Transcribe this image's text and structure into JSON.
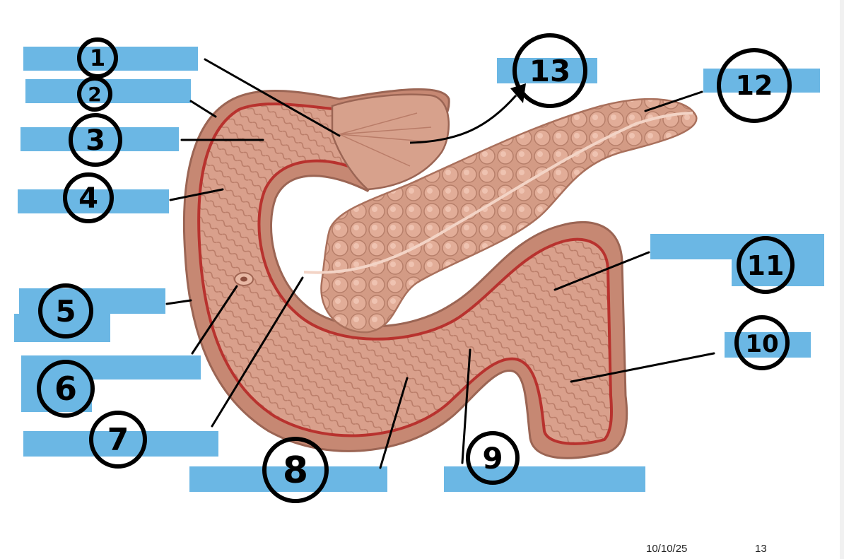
{
  "slide": {
    "date": "10/10/25",
    "page_number": "13"
  },
  "labels": {
    "n1": "1",
    "n2": "2",
    "n3": "3",
    "n4": "4",
    "n5": "5",
    "n6": "6",
    "n7": "7",
    "n8": "8",
    "n9": "9",
    "n10": "10",
    "n11": "11",
    "n12": "12",
    "n13": "13"
  },
  "colors": {
    "label_box": "#6bb7e4",
    "tissue": "#d9a08c",
    "tissue_dark": "#c68873",
    "mucosa_red": "#b8322e",
    "outline": "#000000"
  }
}
